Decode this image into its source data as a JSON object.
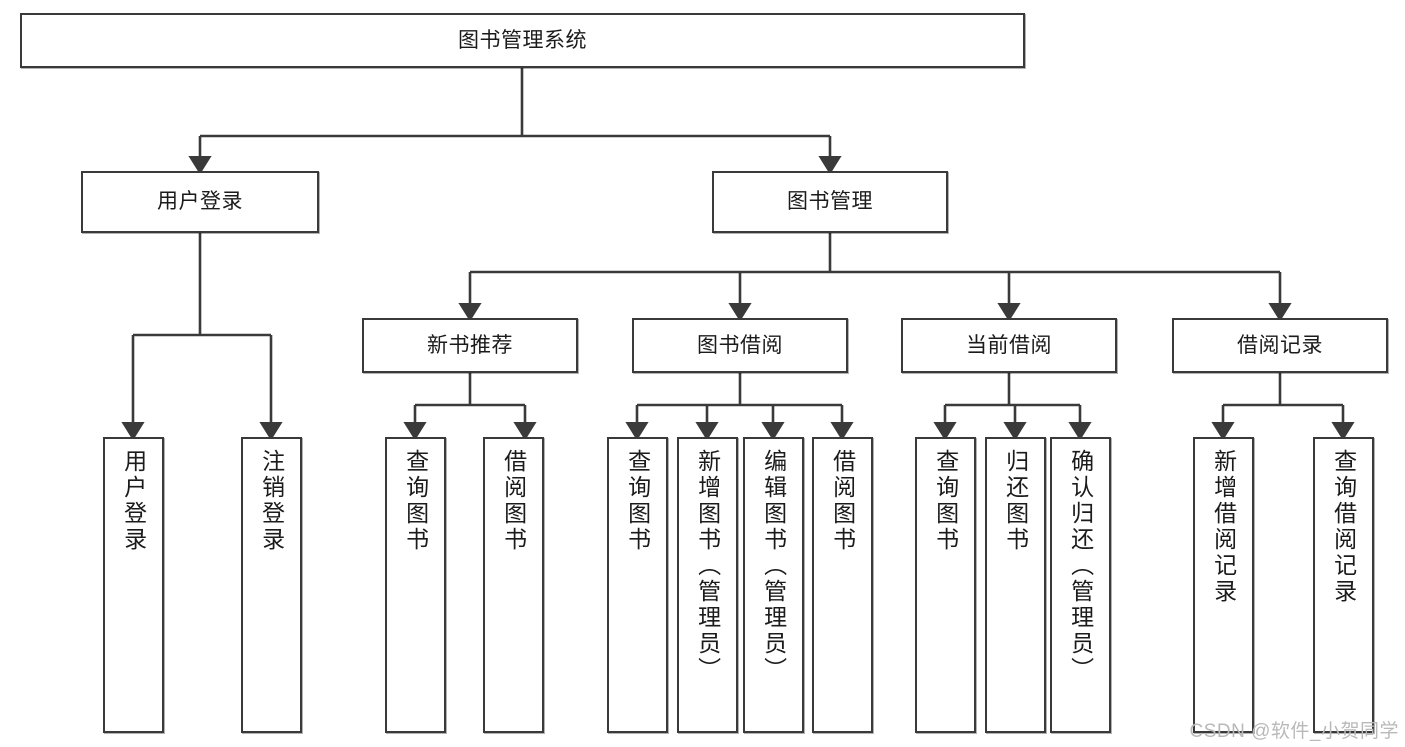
{
  "diagram": {
    "title": "图书管理系统",
    "type": "hierarchy-tree",
    "watermark": "CSDN @软件_小贺同学",
    "colors": {
      "border": "#3a3a3a",
      "fill": "#ffffff",
      "text": "#1b1b1b",
      "watermark": "#b9b9b9"
    },
    "root": {
      "label": "图书管理系统"
    },
    "level1": [
      {
        "label": "用户登录"
      },
      {
        "label": "图书管理"
      }
    ],
    "level2": [
      {
        "label": "新书推荐"
      },
      {
        "label": "图书借阅"
      },
      {
        "label": "当前借阅"
      },
      {
        "label": "借阅记录"
      }
    ],
    "leaves": {
      "user_login": [
        {
          "label": "用户登录"
        },
        {
          "label": "注销登录"
        }
      ],
      "new_book": [
        {
          "label": "查询图书"
        },
        {
          "label": "借阅图书"
        }
      ],
      "book_borrow": [
        {
          "label": "查询图书"
        },
        {
          "label": "新增图书（管理员）"
        },
        {
          "label": "编辑图书（管理员）"
        },
        {
          "label": "借阅图书"
        }
      ],
      "current_borrow": [
        {
          "label": "查询图书"
        },
        {
          "label": "归还图书"
        },
        {
          "label": "确认归还（管理员）"
        }
      ],
      "borrow_record": [
        {
          "label": "新增借阅记录"
        },
        {
          "label": "查询借阅记录"
        }
      ]
    }
  }
}
